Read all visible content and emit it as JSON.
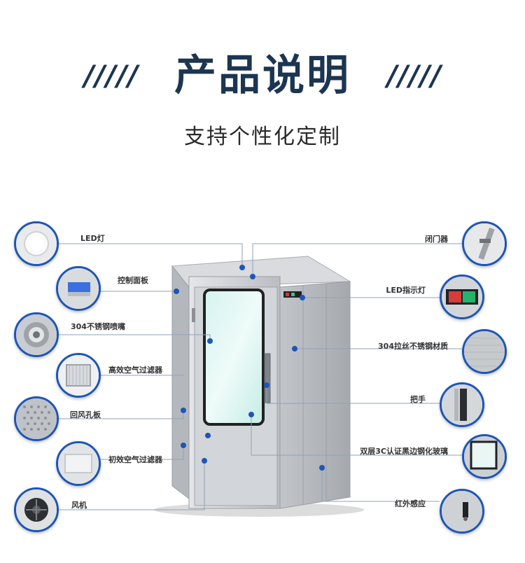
{
  "header": {
    "deco_left": "/////",
    "title": "产品说明",
    "deco_right": "/////",
    "subtitle": "支持个性化定制"
  },
  "features": {
    "left": [
      {
        "label": "LED灯",
        "icon": "led-light-icon"
      },
      {
        "label": "控制面板",
        "icon": "control-panel-icon"
      },
      {
        "label": "304不锈钢喷嘴",
        "icon": "nozzle-icon"
      },
      {
        "label": "高效空气过滤器",
        "icon": "hepa-filter-icon"
      },
      {
        "label": "回风孔板",
        "icon": "perforated-plate-icon"
      },
      {
        "label": "初效空气过滤器",
        "icon": "primary-filter-icon"
      },
      {
        "label": "风机",
        "icon": "fan-icon"
      }
    ],
    "right": [
      {
        "label": "闭门器",
        "icon": "door-closer-icon"
      },
      {
        "label": "LED指示灯",
        "icon": "indicator-light-icon"
      },
      {
        "label": "304拉丝不锈钢材质",
        "icon": "brushed-steel-icon"
      },
      {
        "label": "把手",
        "icon": "handle-icon"
      },
      {
        "label": "双层3C认证黑边钢化玻璃",
        "icon": "tempered-glass-icon"
      },
      {
        "label": "红外感应",
        "icon": "infrared-sensor-icon"
      }
    ]
  },
  "colors": {
    "accent": "#1d55b8",
    "title": "#1c3550",
    "steel": "#c9ccd0"
  }
}
